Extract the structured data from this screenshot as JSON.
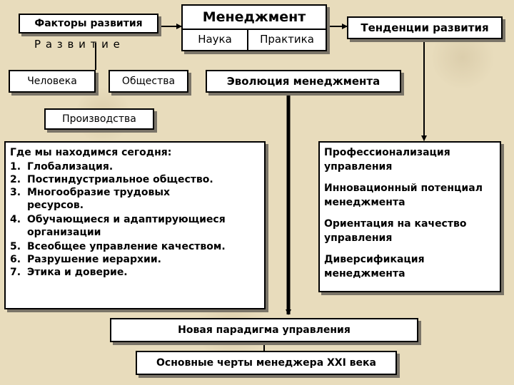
{
  "factors": {
    "title": "Факторы развития",
    "development_label": "Р а з в и т и е",
    "human": "Человека",
    "society": "Общества",
    "production": "Производства"
  },
  "management": {
    "title": "Менеджмент",
    "science": "Наука",
    "practice": "Практика"
  },
  "trends": {
    "title": "Тенденции развития",
    "items": [
      "Профессионализация управления",
      "Инновационный потенциал менеджмента",
      "Ориентация на качество управления",
      "Диверсификация менеджмента"
    ]
  },
  "evolution": "Эволюция менеджмента",
  "today": {
    "heading": "Где мы находимся сегодня:",
    "items": [
      {
        "num": "1.",
        "text": "Глобализация."
      },
      {
        "num": "2.",
        "text": "Постиндустриальное общество."
      },
      {
        "num": "3.",
        "text": "Многообразие трудовых ресурсов."
      },
      {
        "num": "4.",
        "text": "Обучающиеся и адаптирующиеся организации"
      },
      {
        "num": "5.",
        "text": "Всеобщее управление качеством."
      },
      {
        "num": "6.",
        "text": "Разрушение иерархии."
      },
      {
        "num": "7.",
        "text": "Этика и доверие."
      }
    ]
  },
  "paradigm": "Новая парадигма управления",
  "manager_traits": "Основные черты менеджера XXI века"
}
